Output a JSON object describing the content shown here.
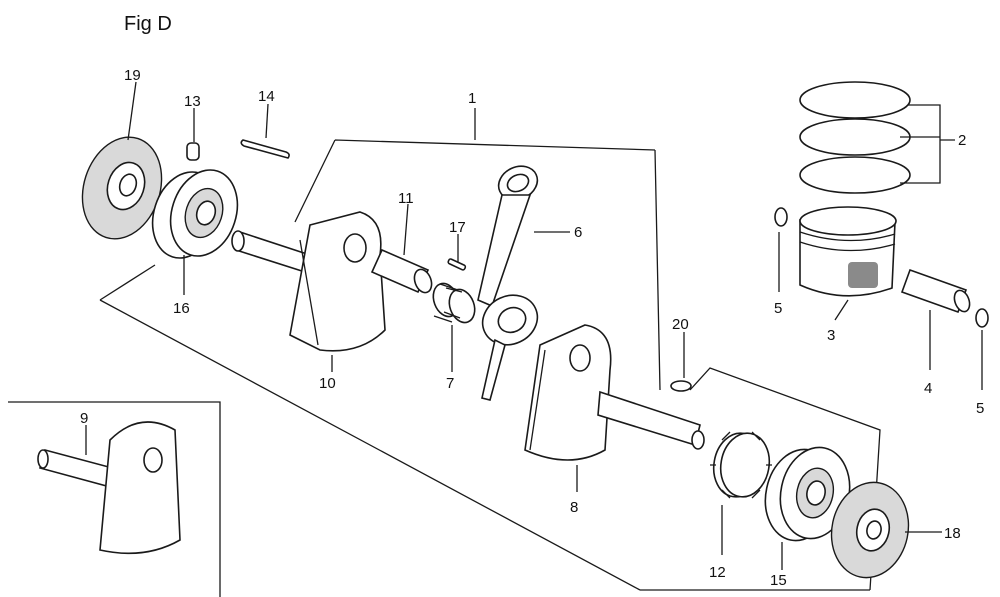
{
  "figure": {
    "title": "Fig D"
  },
  "parts": [
    {
      "id": "crankshaft-assembly",
      "label": "1"
    },
    {
      "id": "piston-ring-set",
      "label": "2"
    },
    {
      "id": "piston",
      "label": "3"
    },
    {
      "id": "piston-pin",
      "label": "4"
    },
    {
      "id": "piston-pin-clip-left",
      "label": "5"
    },
    {
      "id": "piston-pin-clip-right",
      "label": "5"
    },
    {
      "id": "connecting-rod",
      "label": "6"
    },
    {
      "id": "needle-bearing",
      "label": "7"
    },
    {
      "id": "right-crank-half",
      "label": "8"
    },
    {
      "id": "inset-crank-half",
      "label": "9"
    },
    {
      "id": "left-crank-half",
      "label": "10"
    },
    {
      "id": "crank-pin",
      "label": "11"
    },
    {
      "id": "timing-gear",
      "label": "12"
    },
    {
      "id": "dowel-pin",
      "label": "13"
    },
    {
      "id": "woodruff-key",
      "label": "14"
    },
    {
      "id": "right-ball-bearing",
      "label": "15"
    },
    {
      "id": "left-ball-bearing",
      "label": "16"
    },
    {
      "id": "small-key",
      "label": "17"
    },
    {
      "id": "right-oil-seal",
      "label": "18"
    },
    {
      "id": "left-oil-seal",
      "label": "19"
    },
    {
      "id": "gear-key",
      "label": "20"
    }
  ]
}
